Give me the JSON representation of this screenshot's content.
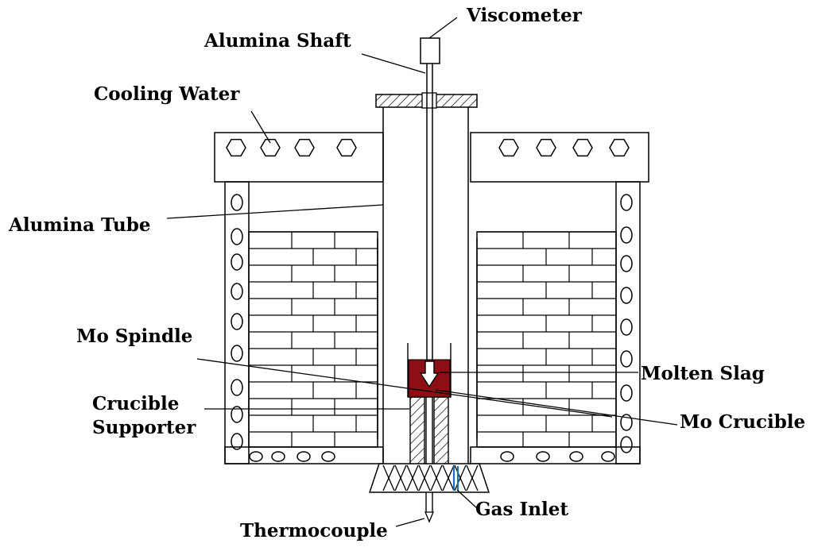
{
  "labels": {
    "viscometer": "Viscometer",
    "alumina_shaft": "Alumina Shaft",
    "cooling_water": "Cooling Water",
    "alumina_tube": "Alumina Tube",
    "mo_spindle": "Mo Spindle",
    "molten_slag": "Molten Slag",
    "crucible_supporter_line1": "Crucible",
    "crucible_supporter_line2": "Supporter",
    "mo_crucible": "Mo Crucible",
    "gas_inlet": "Gas Inlet",
    "thermocouple": "Thermocouple"
  },
  "colors": {
    "line": "#000000",
    "molten_slag": "#8b0f14",
    "gas_inlet": "#1f6fb5",
    "background": "#ffffff"
  }
}
